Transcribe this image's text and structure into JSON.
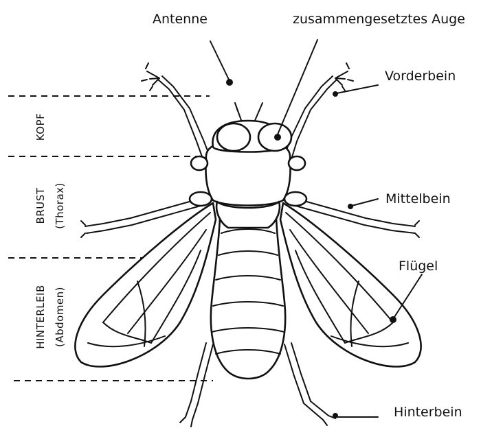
{
  "labels": {
    "antenna": "Antenne",
    "compound_eye": "zusammengesetztes Auge",
    "foreleg": "Vorderbein",
    "midleg": "Mittelbein",
    "wing": "Flügel",
    "hindleg": "Hinterbein"
  },
  "segments": {
    "head": "KOPF",
    "thorax_title": "BRUST",
    "thorax_sub": "(Thorax)",
    "abdomen_title": "HINTERLEIB",
    "abdomen_sub": "(Abdomen)"
  },
  "colors": {
    "ink": "#111111",
    "background": "#ffffff"
  }
}
